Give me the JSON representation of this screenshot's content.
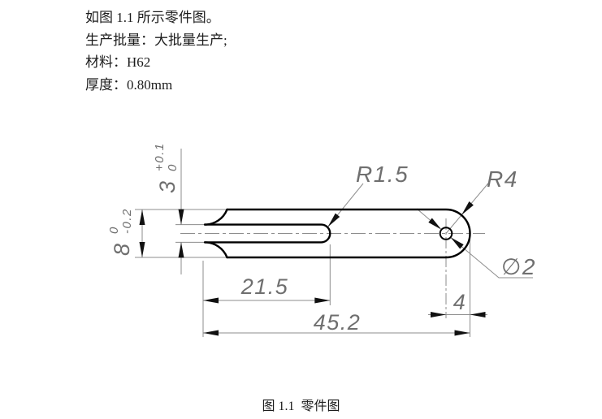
{
  "page": {
    "intro_lines": [
      "如图 1.1 所示零件图。",
      "生产批量：大批量生产;",
      "材料：H62",
      "厚度：0.80mm"
    ],
    "caption": "图 1.1  零件图"
  },
  "drawing": {
    "dimensions": {
      "slot_end_radius": "R1.5",
      "end_radius": "R4",
      "hole_diameter": "∅2",
      "slot_length": "21.5",
      "total_length": "45.2",
      "hole_edge_distance": "4",
      "slot_width": {
        "nominal": "3",
        "upper_dev": "+0.1",
        "lower_dev": "0"
      },
      "part_width": {
        "nominal": "8",
        "upper_dev": "0",
        "lower_dev": "-0.2"
      }
    },
    "colors": {
      "outline": "#000000",
      "dimension_lines": "#8d8d8d",
      "dimension_text": "#6f6f6f"
    }
  }
}
